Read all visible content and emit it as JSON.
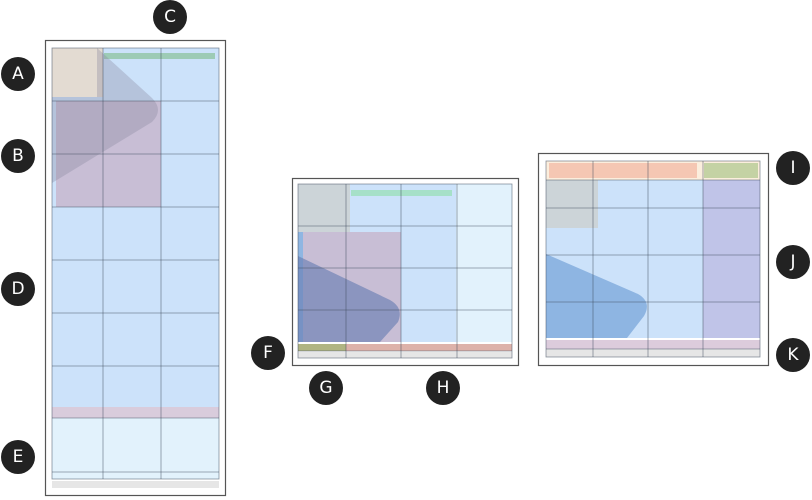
{
  "labels": {
    "A": "A",
    "B": "B",
    "C": "C",
    "D": "D",
    "E": "E",
    "F": "F",
    "G": "G",
    "H": "H",
    "I": "I",
    "J": "J",
    "K": "K"
  },
  "colors": {
    "blue": "#cce2fa",
    "light_blue": "#e2f2fc",
    "beige": "#e3dbd2",
    "green": "#9dcbb6",
    "pink": "#c8bed5",
    "gray_overlay": "#a9a9b5",
    "dark_blue": "#7f95c0",
    "salmon": "#f5c7b3",
    "olive": "#c4d2a4",
    "purple": "#c0c4e8",
    "footer_gray": "#e6e6e6",
    "badge": "#222222"
  }
}
